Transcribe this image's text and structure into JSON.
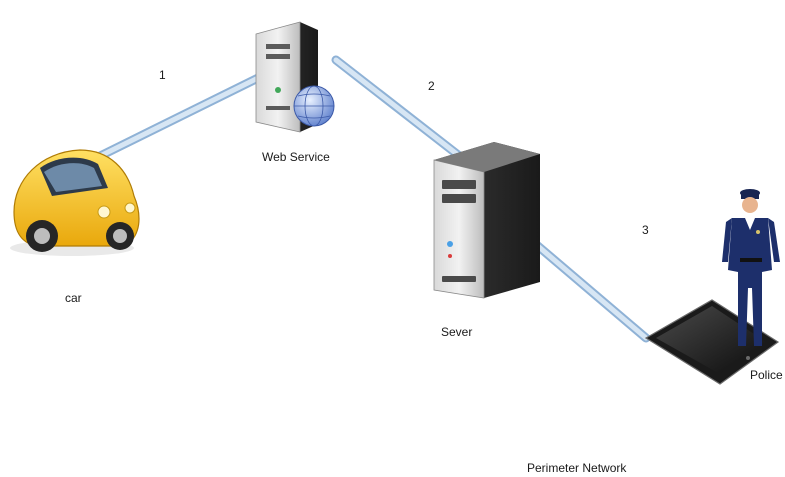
{
  "diagram": {
    "nodes": {
      "car": {
        "label": "car",
        "icon": "car-icon"
      },
      "web_service": {
        "label": "Web Service",
        "icon": "web-server-icon"
      },
      "server": {
        "label": "Sever",
        "icon": "server-tower-icon"
      },
      "police": {
        "label": "Police",
        "icon": "police-officer-icon"
      },
      "tablet": {
        "icon": "tablet-icon"
      }
    },
    "links": [
      {
        "label": "1",
        "from": "car",
        "to": "web_service"
      },
      {
        "label": "2",
        "from": "web_service",
        "to": "server"
      },
      {
        "label": "3",
        "from": "server",
        "to": "tablet"
      }
    ],
    "footer_label": "Perimeter Network"
  },
  "colors": {
    "link": "#b9d2ea",
    "car_body": "#f6c21c",
    "server_dark": "#2b2b2b",
    "police_uniform": "#1d2f6b"
  }
}
